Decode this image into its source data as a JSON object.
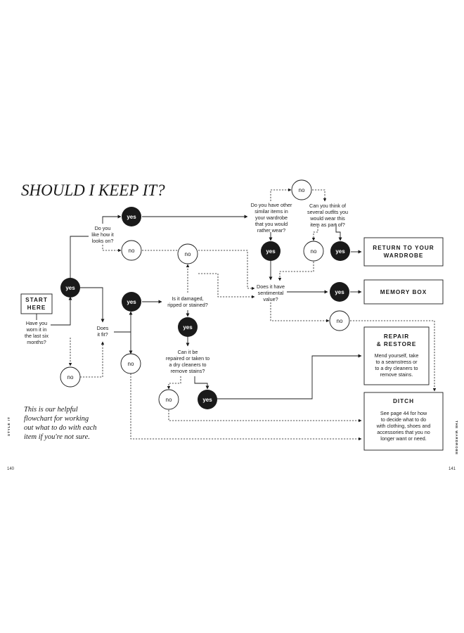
{
  "page": {
    "title": "SHOULD I KEEP IT?",
    "caption": [
      "This is our helpful",
      "flowchart for working",
      "out what to do with each",
      "item if you're not sure."
    ],
    "page_left": "140",
    "page_right": "141",
    "side_left": "STYLE IT",
    "side_right": "THE WARDROBE"
  },
  "labels": {
    "yes": "yes",
    "no": "no"
  },
  "boxes": {
    "start": [
      "START",
      "HERE"
    ],
    "return": [
      "RETURN TO YOUR",
      "WARDROBE"
    ],
    "memory": "MEMORY BOX",
    "repair_title": [
      "REPAIR",
      "& RESTORE"
    ],
    "repair_body": [
      "Mend yourself, take",
      "to a seamstress or",
      "to a dry cleaners to",
      "remove stains."
    ],
    "ditch_title": "DITCH",
    "ditch_body": [
      "See page 44 for how",
      "to decide what to do",
      "with clothing, shoes and",
      "accessories that you no",
      "longer want or need."
    ]
  },
  "questions": {
    "worn": [
      "Have you",
      "worn it in",
      "the last six",
      "months?"
    ],
    "like": [
      "Do you",
      "like how it",
      "looks on?"
    ],
    "fit": [
      "Does",
      "it fit?"
    ],
    "damaged": [
      "Is it damaged,",
      "ripped or stained?"
    ],
    "repairable": [
      "Can it be",
      "repaired or taken to",
      "a dry cleaners to",
      "remove stains?"
    ],
    "similar": [
      "Do you have other",
      "similar items in",
      "your wardrobe",
      "that you would",
      "rather wear?"
    ],
    "outfits": [
      "Can you think of",
      "several outfits you",
      "would wear this",
      "item as part of?"
    ],
    "sentimental": [
      "Does it have",
      "sentimental",
      "value?"
    ]
  }
}
